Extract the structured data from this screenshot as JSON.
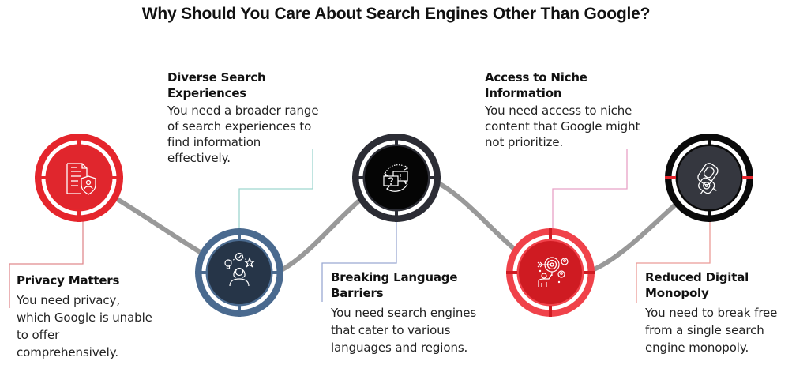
{
  "title": "Why Should You Care About Search Engines Other Than Google?",
  "colors": {
    "path": "#999999",
    "red": "#e5252c",
    "red_ring": "#e8323a",
    "red_inner": "#d8262b",
    "blue_ring": "#4a6a8f",
    "blue_inner": "#263548",
    "black_ring": "#2c2d35",
    "black_inner": "#050505",
    "coral_ring": "#f0424a",
    "coral_inner": "#cf1b22",
    "dark_ring": "#0a0a0a",
    "dark_inner": "#35373f",
    "connector_red": "#e08a8e",
    "connector_teal": "#9fd6cf",
    "connector_blue": "#9aa9d2",
    "connector_pink": "#e8a2c6",
    "connector_salmon": "#ea9a96"
  },
  "items": [
    {
      "heading": "Privacy Matters",
      "description": "You need privacy, which Google is unable to offer comprehensively.",
      "icon": "privacy-document-shield-icon"
    },
    {
      "heading": "Diverse Search Experiences",
      "description": "You need a broader range of search experiences to find information effectively.",
      "icon": "person-ideas-icon"
    },
    {
      "heading": "Breaking Language Barriers",
      "description": "You need search engines that cater to various languages and regions.",
      "icon": "translation-chat-icon"
    },
    {
      "heading": "Access to Niche Information",
      "description": "You need access to niche content that Google might not prioritize.",
      "icon": "target-audience-icon"
    },
    {
      "heading": "Reduced Digital Monopoly",
      "description": "You need to break free from a single search engine monopoly.",
      "icon": "broken-link-icon"
    }
  ]
}
